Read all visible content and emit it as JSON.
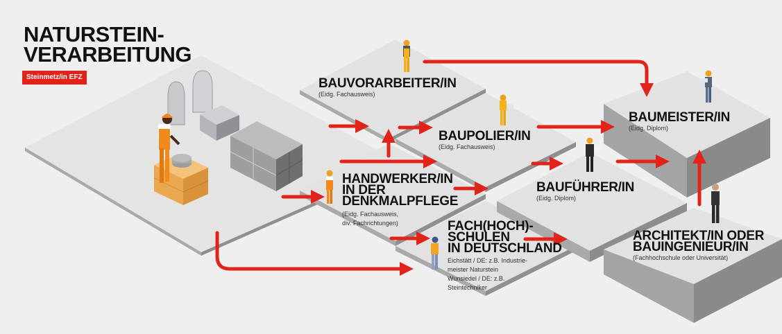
{
  "header": {
    "title_lines": [
      "NATURSTEIN-",
      "VERARBEITUNG"
    ],
    "badge": "Steinmetz/in EFZ"
  },
  "colors": {
    "accent": "#e2231a",
    "background": "#efefef",
    "platform_top": "#e3e3e3",
    "platform_side_light": "#b5b5b5",
    "platform_side_dark": "#8c8c8c",
    "text": "#111111"
  },
  "nodes": {
    "bauvorarbeiter": {
      "title": "BAUVORARBEITER/IN",
      "sub": "(Eidg. Fachausweis)"
    },
    "baupolier": {
      "title": "BAUPOLIER/IN",
      "sub": "(Eidg. Fachausweis)"
    },
    "baumeister": {
      "title": "BAUMEISTER/IN",
      "sub": "(Eidg. Diplom)"
    },
    "handwerker": {
      "title_lines": [
        "HANDWERKER/IN",
        "IN DER",
        "DENKMALPFLEGE"
      ],
      "sub_lines": [
        "(Eidg. Fachausweis,",
        "div. Fachrichtungen)"
      ]
    },
    "baufuehrer": {
      "title": "BAUFÜHRER/IN",
      "sub": "(Eidg. Diplom)"
    },
    "fachhochschulen": {
      "title_lines": [
        "FACH(HOCH)-",
        "SCHULEN",
        "IN DEUTSCHLAND"
      ],
      "sub_lines": [
        "Eichstätt / DE: z.B. Industrie-",
        "meister Naturstein",
        "Wunsiedel / DE: z.B.",
        "Steintechniker"
      ]
    },
    "architekt": {
      "title_lines": [
        "ARCHITEKT/IN ODER",
        "BAUINGENIEUR/IN"
      ],
      "sub": "(Fachhochschule oder Universität)"
    }
  },
  "icons": {
    "worker_stonemason": "stonemason-worker-icon",
    "gravestones": "gravestone-icon",
    "stone_blocks": "stone-blocks-icon",
    "wood_crate": "wood-crate-icon",
    "person": "person-icon",
    "arrow": "arrow-right-icon"
  }
}
